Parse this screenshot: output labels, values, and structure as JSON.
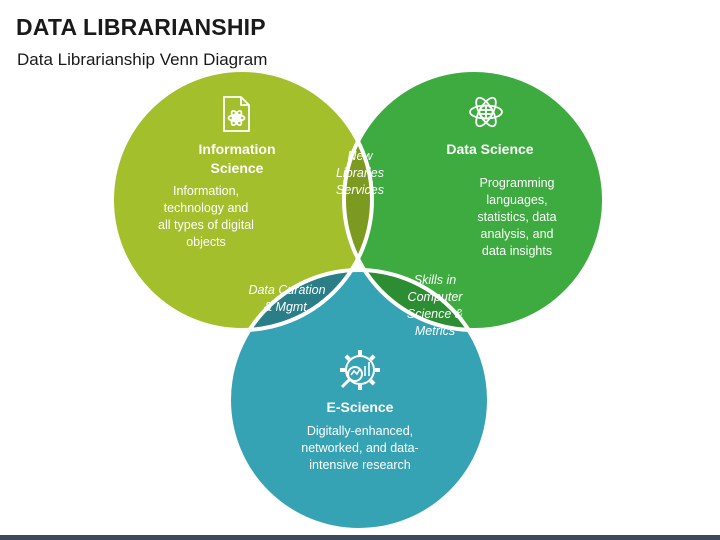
{
  "header": {
    "title": "DATA LIBRARIANSHIP",
    "subtitle": "Data Librarianship Venn Diagram"
  },
  "circles": {
    "information_science": {
      "title": "Information Science",
      "description": "Information, technology and all types of digital objects",
      "color": "#a3bf2b"
    },
    "data_science": {
      "title": "Data Science",
      "description": "Programming languages, statistics, data analysis, and data insights",
      "color": "#3dab3f"
    },
    "e_science": {
      "title": "E-Science",
      "description": "Digitally-enhanced, networked, and data-intensive research",
      "color": "#36a3b4"
    }
  },
  "overlaps": {
    "info_data": {
      "label": "New Libraries Services",
      "color": "#7d9a20"
    },
    "info_e": {
      "label": "Data Curation & Mgmt.",
      "color": "#2a7e88"
    },
    "data_e": {
      "label": "Skills in Computer Science & Metrics",
      "color": "#2d8d33"
    },
    "center": {
      "color": "#3f3f3f"
    }
  }
}
